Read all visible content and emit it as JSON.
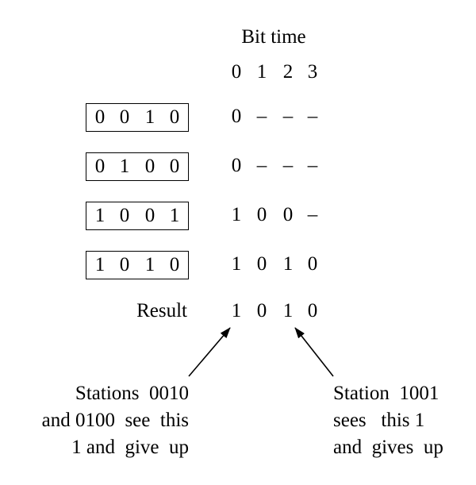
{
  "header": {
    "title": "Bit time",
    "bit_labels": [
      "0",
      "1",
      "2",
      "3"
    ]
  },
  "stations": [
    {
      "id_bits": [
        "0",
        "0",
        "1",
        "0"
      ],
      "output": [
        "0",
        "–",
        "–",
        "–"
      ]
    },
    {
      "id_bits": [
        "0",
        "1",
        "0",
        "0"
      ],
      "output": [
        "0",
        "–",
        "–",
        "–"
      ]
    },
    {
      "id_bits": [
        "1",
        "0",
        "0",
        "1"
      ],
      "output": [
        "1",
        "0",
        "0",
        "–"
      ]
    },
    {
      "id_bits": [
        "1",
        "0",
        "1",
        "0"
      ],
      "output": [
        "1",
        "0",
        "1",
        "0"
      ]
    }
  ],
  "result": {
    "label": "Result",
    "bits": [
      "1",
      "0",
      "1",
      "0"
    ]
  },
  "annotations": {
    "left": [
      "Stations  0010",
      "and 0100  see  this",
      "1 and  give  up"
    ],
    "right": [
      "Station  1001",
      "sees   this 1",
      "and  gives  up"
    ]
  }
}
